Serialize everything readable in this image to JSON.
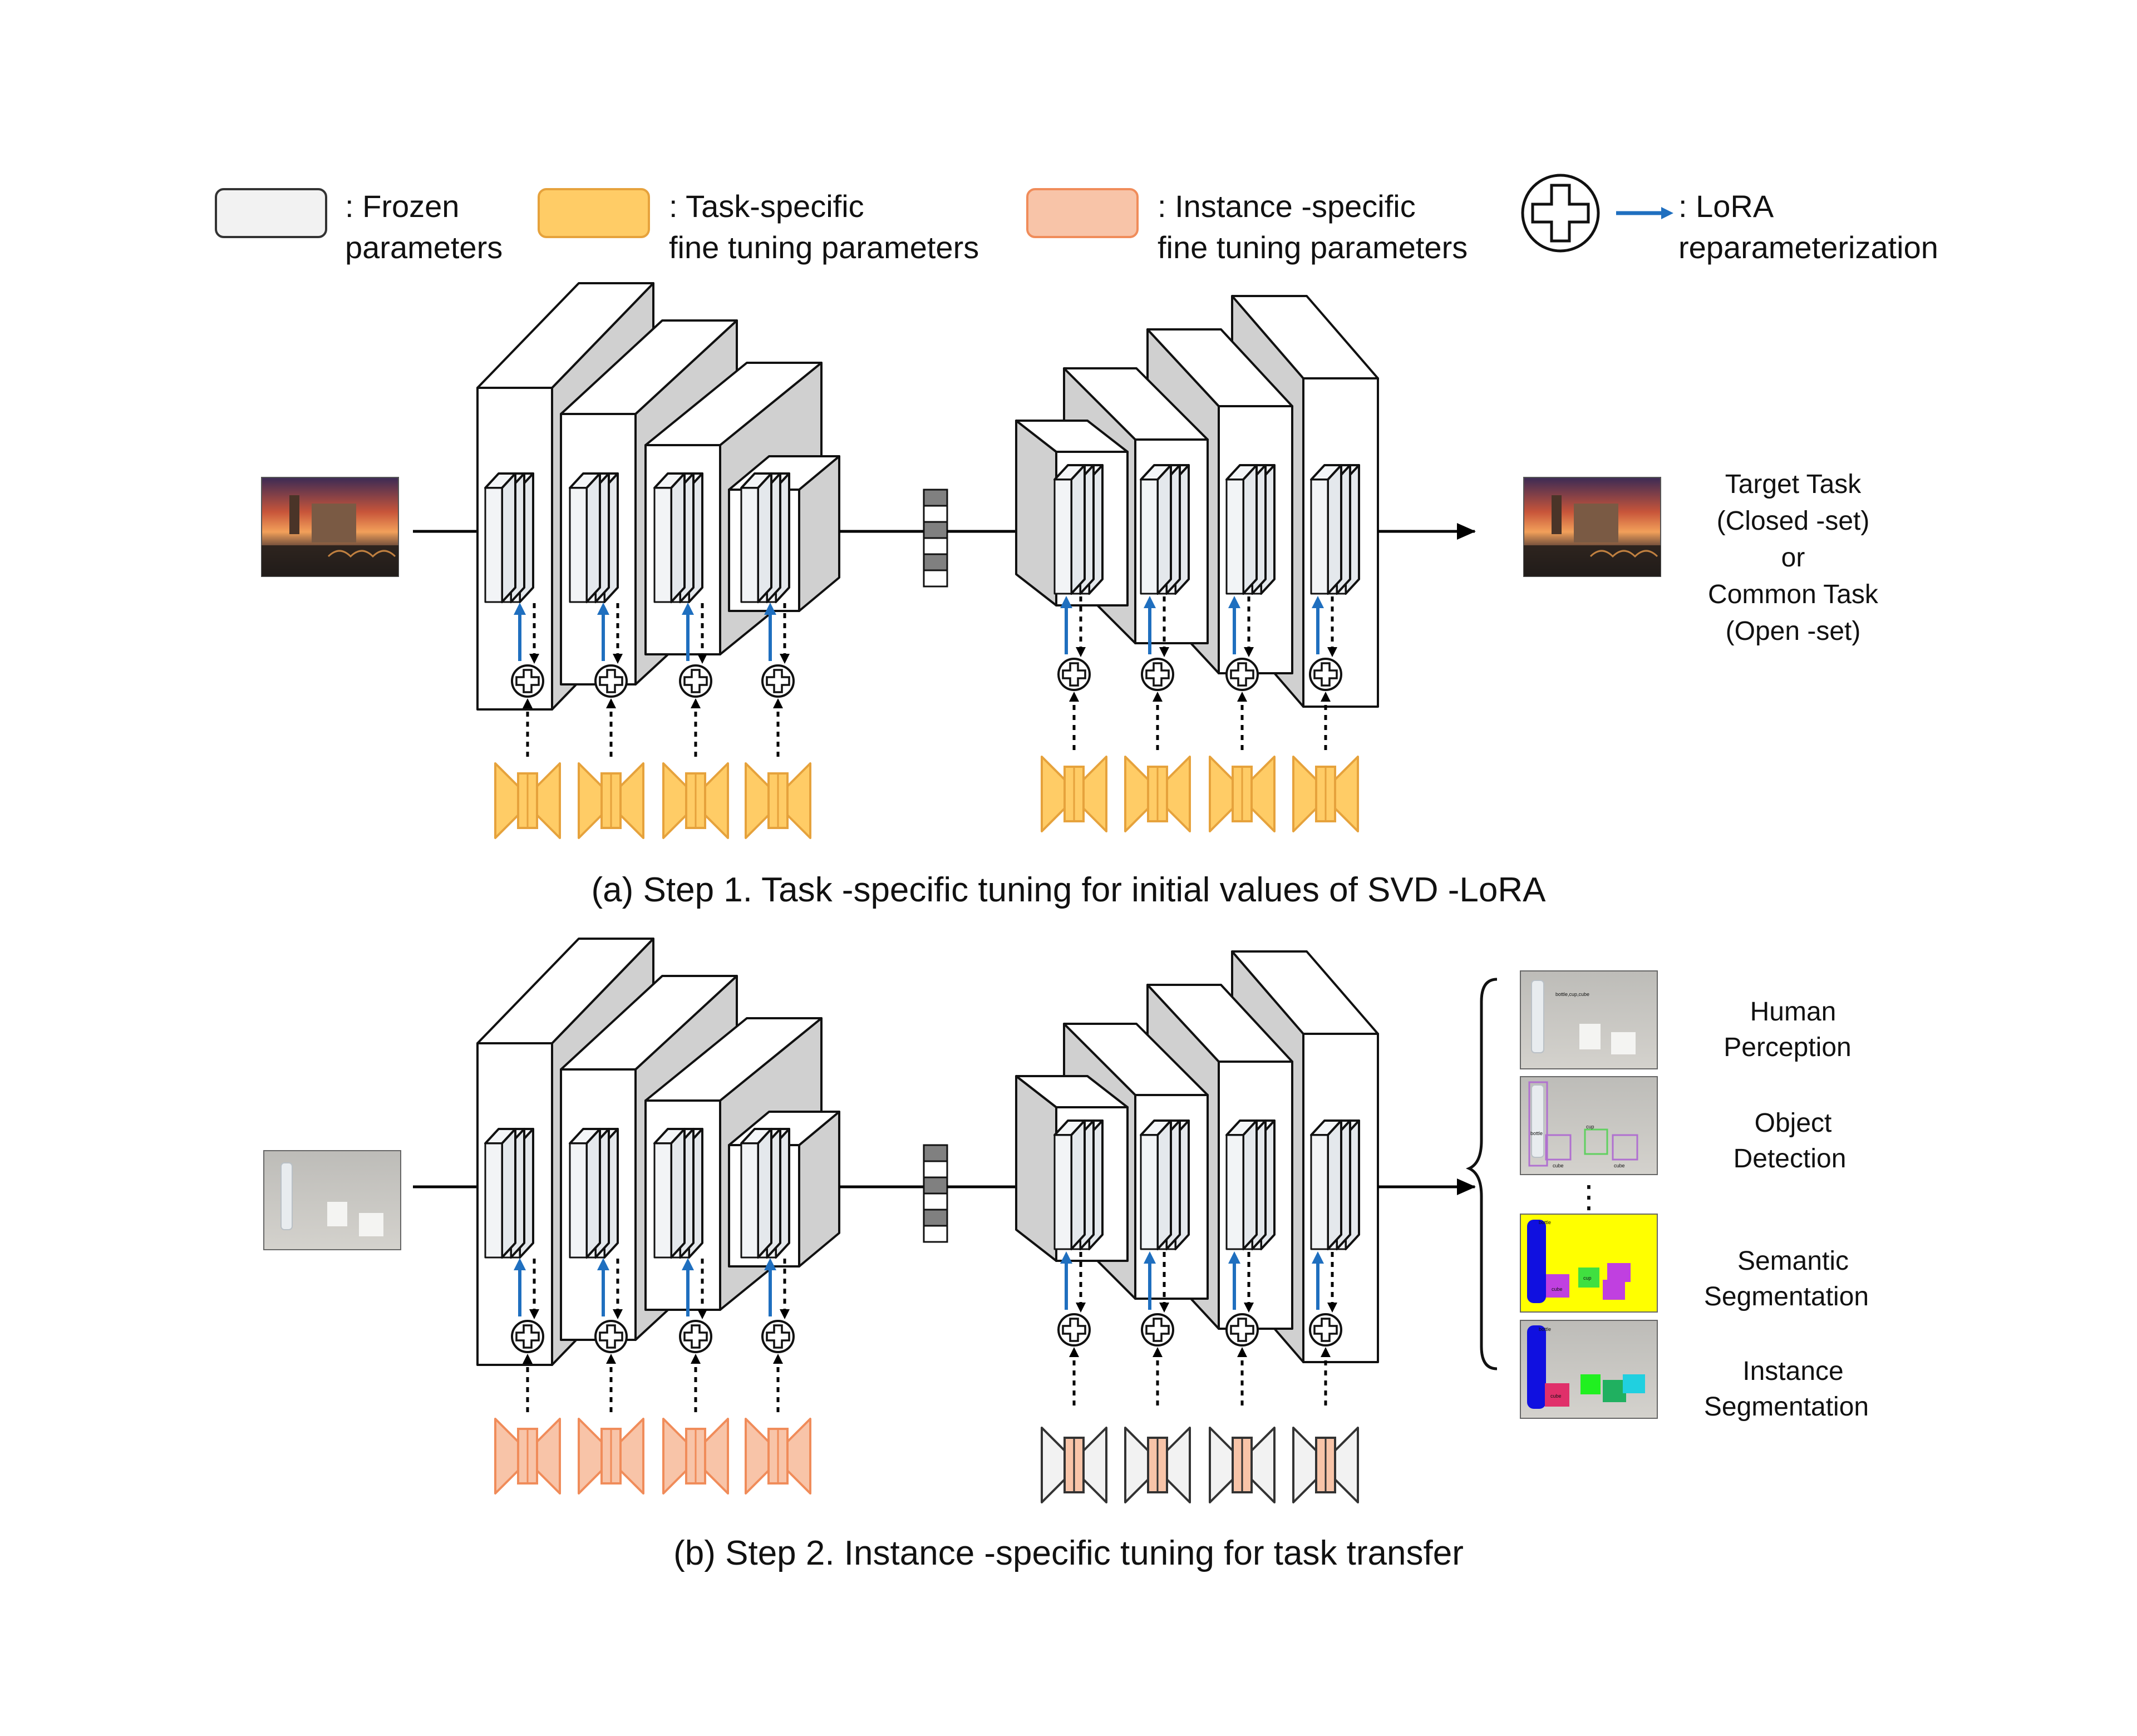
{
  "legend": {
    "frozen": ": Frozen",
    "frozen_line2": "parameters",
    "task": ": Task-specific",
    "task_line2": "fine tuning parameters",
    "instance": ": Instance -specific",
    "instance_line2": "fine tuning parameters",
    "lora": ": LoRA",
    "lora_line2": "reparameterization"
  },
  "colors": {
    "frozen_fill": "#f2f2f2",
    "task_fill": "#ffcc66",
    "task_stroke": "#e6a23c",
    "instance_fill": "#f8c4a8",
    "instance_stroke": "#f08c5a",
    "lora_arrow": "#1f6fbf",
    "block_side": "#d0d0d0"
  },
  "panel_a": {
    "output_lines": [
      "Target Task",
      "(Closed  -set)",
      "or",
      "Common Task",
      "(Open -set)"
    ],
    "caption": "(a) Step 1. Task  -specific tuning for initial values of SVD     -LoRA"
  },
  "panel_b": {
    "outputs": [
      {
        "label1": "Human",
        "label2": "Perception"
      },
      {
        "label1": "Object",
        "label2": "Detection"
      },
      {
        "label1": "Semantic",
        "label2": "Segmentation"
      },
      {
        "label1": "Instance",
        "label2": "Segmentation"
      }
    ],
    "ellipsis": "⋮",
    "caption": "(b) Step 2. Instance   -specific tuning for task transfer",
    "image_labels": {
      "human": "bottle,cup,cube",
      "bottle": "bottle",
      "cup": "cup",
      "cube": "cube"
    }
  },
  "icons": {
    "plus": "plus-circle-icon",
    "arrow": "arrow-right-icon"
  }
}
